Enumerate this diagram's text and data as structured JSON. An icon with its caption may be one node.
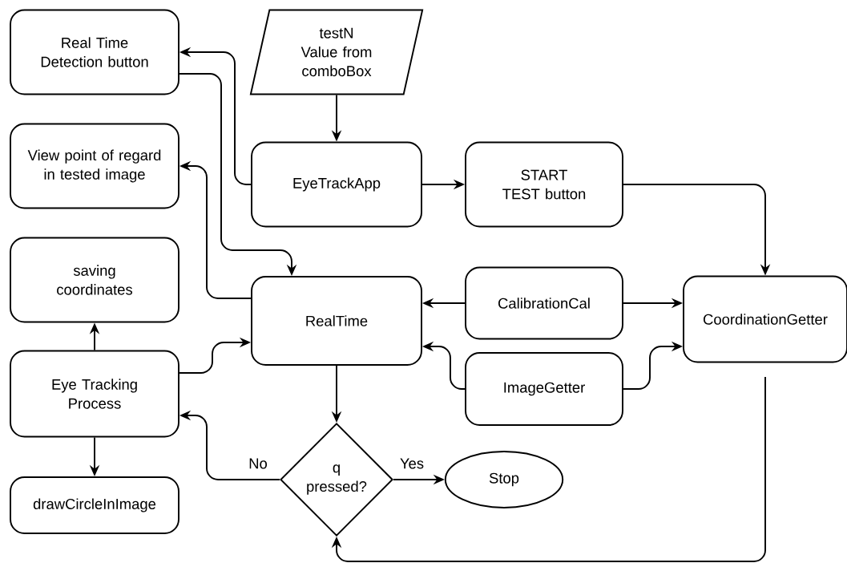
{
  "diagram": {
    "nodes": [
      {
        "text": [
          "Real Time Detection button"
        ]
      },
      {
        "text": [
          "testN Value from comboBox"
        ]
      },
      {
        "text": [
          "View point of regard in tested image"
        ]
      },
      {
        "text": [
          "EyeTrackApp"
        ]
      },
      {
        "text": [
          "START TEST button"
        ]
      },
      {
        "text": [
          "saving coordinates"
        ]
      },
      {
        "text": [
          "RealTime"
        ]
      },
      {
        "text": [
          "CalibrationCal"
        ]
      },
      {
        "text": [
          "CoordinationGetter"
        ]
      },
      {
        "text": [
          "Eye Tracking Process"
        ]
      },
      {
        "text": [
          "ImageGetter"
        ]
      },
      {
        "text": [
          "q pressed?"
        ]
      },
      {
        "text": [
          "Stop"
        ]
      },
      {
        "text": [
          "drawCircleInImage"
        ]
      }
    ],
    "edges": [
      {
        "from": 1,
        "to": 3,
        "arrow": "to"
      },
      {
        "from": 3,
        "to": 0,
        "arrow": "to"
      },
      {
        "from": 0,
        "to": 6,
        "arrow": "to"
      },
      {
        "from": 6,
        "to": 2,
        "arrow": "to"
      },
      {
        "from": 3,
        "to": 4,
        "arrow": "to"
      },
      {
        "from": 4,
        "to": 8,
        "arrow": "to"
      },
      {
        "from": 7,
        "to": 6,
        "arrow": "to"
      },
      {
        "from": 7,
        "to": 8,
        "arrow": "to"
      },
      {
        "from": 10,
        "to": 6,
        "arrow": "to"
      },
      {
        "from": 10,
        "to": 8,
        "arrow": "to"
      },
      {
        "from": 9,
        "to": 6,
        "arrow": "to"
      },
      {
        "from": 9,
        "to": 5,
        "arrow": "to"
      },
      {
        "from": 9,
        "to": 13,
        "arrow": "to"
      },
      {
        "from": 6,
        "to": 11,
        "arrow": "to"
      },
      {
        "from": 11,
        "to": 9,
        "arrow": "to",
        "label": "No"
      },
      {
        "from": 11,
        "to": 12,
        "arrow": "to",
        "label": "Yes"
      },
      {
        "from": 8,
        "to": 11,
        "arrow": "to"
      }
    ]
  }
}
